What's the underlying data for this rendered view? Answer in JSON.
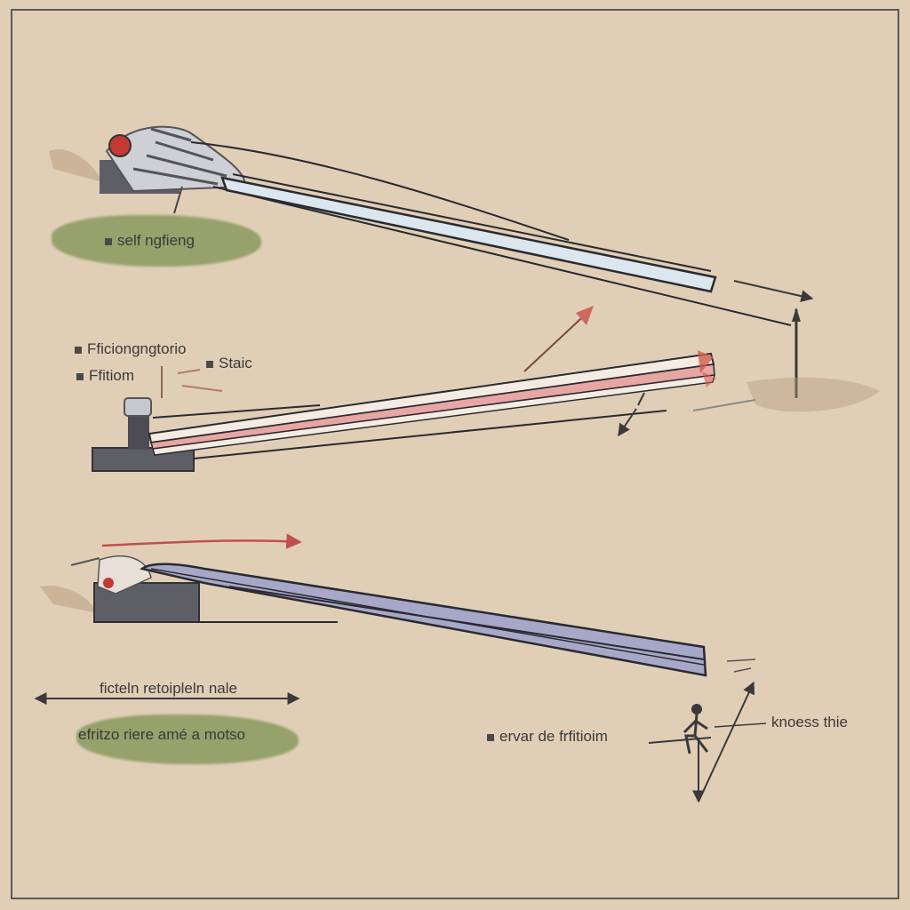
{
  "labels": {
    "self_weighing": "self ngfieng",
    "friction_top": "Fficiongngtorio",
    "friction": "Ffitiom",
    "static": "Staic",
    "ruler": "ficteln retoipleln nale",
    "friction_green": "efritzo riere amé a motso",
    "force": "ervar de frfitioim",
    "kinetic": "knoess thie"
  },
  "colors": {
    "background": "#e0cfb6",
    "green_swatch": "#8a9a5f",
    "beam_blue": "#dce6ee",
    "beam_red": "#e7a6a3",
    "beam_violet": "#a7a7c8",
    "arrow_red": "#c0504d"
  }
}
